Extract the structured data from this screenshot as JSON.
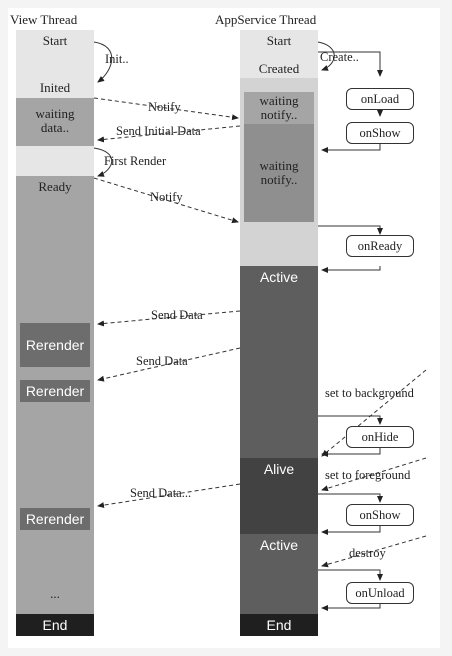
{
  "threads": {
    "view": "View Thread",
    "appservice": "AppService Thread"
  },
  "view_column": {
    "start": "Start",
    "inited": "Inited",
    "waiting_data": [
      "waiting",
      "data.."
    ],
    "ready": "Ready",
    "rerender": "Rerender",
    "ellipsis": "...",
    "end": "End"
  },
  "app_column": {
    "start": "Start",
    "created": "Created",
    "waiting_notify": [
      "waiting",
      "notify.."
    ],
    "active": "Active",
    "alive": "Alive",
    "end": "End"
  },
  "lifecycle": [
    "onLoad",
    "onShow",
    "onReady",
    "onHide",
    "onShow",
    "onUnload"
  ],
  "messages": {
    "init": "Init..",
    "create": "Create..",
    "notify": "Notify",
    "send_initial_data": "Send Initial Data",
    "first_render": "First Render",
    "send_data": "Send Data",
    "send_data_more": "Send Data...",
    "set_to_background": "set to background",
    "set_to_foreground": "set to foreground",
    "destroy": "destroy"
  },
  "colors": {
    "light": "#e6e6e6",
    "light2": "#d3d3d3",
    "mid": "#a5a5a5",
    "mid2": "#8f8f8f",
    "dark": "#5e5e5e",
    "alive": "#424242",
    "rerender": "#6d6d6d",
    "end": "#1f1f1f"
  }
}
